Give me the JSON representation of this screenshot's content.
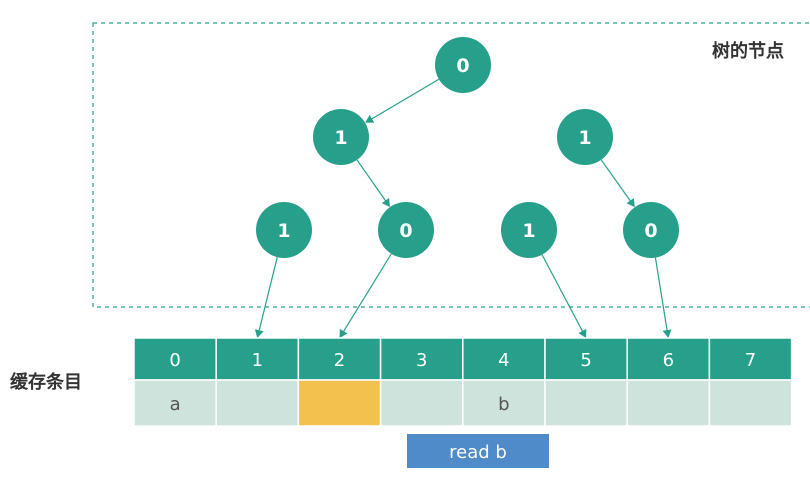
{
  "tree": {
    "label": "树的节点",
    "nodes": [
      {
        "id": "root",
        "value": "0"
      },
      {
        "id": "l1-left",
        "value": "1"
      },
      {
        "id": "l1-right",
        "value": "1"
      },
      {
        "id": "leaf-1",
        "value": "1"
      },
      {
        "id": "leaf-2",
        "value": "0"
      },
      {
        "id": "leaf-3",
        "value": "1"
      },
      {
        "id": "leaf-4",
        "value": "0"
      }
    ],
    "edges": [
      {
        "from": "root",
        "to": "l1-left"
      },
      {
        "from": "l1-left",
        "to": "leaf-2"
      },
      {
        "from": "l1-right",
        "to": "leaf-4"
      }
    ],
    "pointers": [
      {
        "from": "leaf-1",
        "to_entry": 1
      },
      {
        "from": "leaf-2",
        "to_entry": 2
      },
      {
        "from": "leaf-3",
        "to_entry": 5
      },
      {
        "from": "leaf-4",
        "to_entry": 6
      }
    ]
  },
  "cache": {
    "label": "缓存条目",
    "entries": [
      {
        "index": "0",
        "value": "a",
        "highlight": false
      },
      {
        "index": "1",
        "value": "",
        "highlight": false
      },
      {
        "index": "2",
        "value": "",
        "highlight": true
      },
      {
        "index": "3",
        "value": "",
        "highlight": false
      },
      {
        "index": "4",
        "value": "b",
        "highlight": false
      },
      {
        "index": "5",
        "value": "",
        "highlight": false
      },
      {
        "index": "6",
        "value": "",
        "highlight": false
      },
      {
        "index": "7",
        "value": "",
        "highlight": false
      }
    ]
  },
  "action": {
    "label": "read b"
  },
  "colors": {
    "teal": "#26a08a",
    "teal_light": "#cfe3dd",
    "highlight": "#f2c14e",
    "action_blue": "#4f8ac9",
    "border": "#26a08a"
  }
}
